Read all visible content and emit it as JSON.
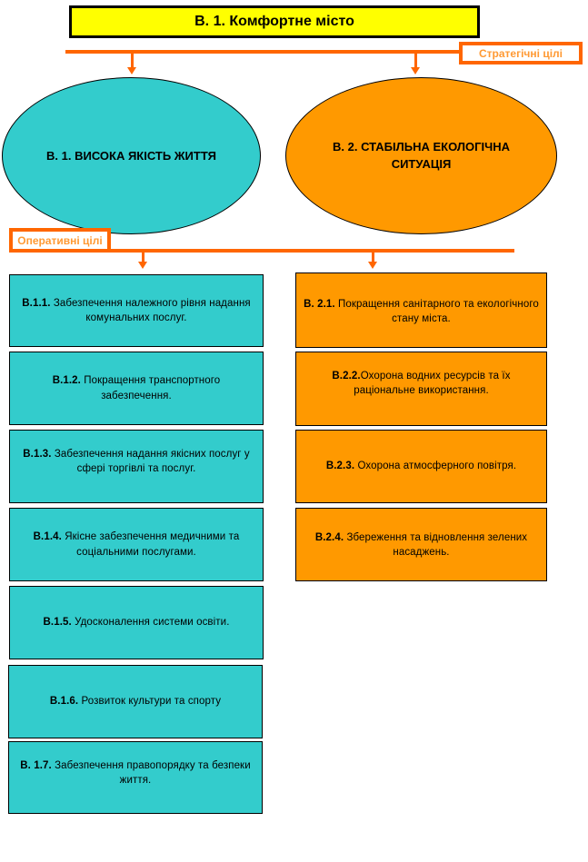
{
  "title": "В. 1.  Комфортне місто",
  "labels": {
    "strategic": "Стратегічні цілі",
    "operational": "Оперативні цілі"
  },
  "colors": {
    "title_fill": "#ffff00",
    "connector": "#ff6600",
    "label_text": "#ff9933",
    "branch1_fill": "#33cccc",
    "branch2_fill": "#ff9900"
  },
  "strategic_goals": [
    {
      "label": "В. 1.  ВИСОКА ЯКІСТЬ ЖИТТЯ"
    },
    {
      "label": "В. 2.  СТАБІЛЬНА ЕКОЛОГІЧНА СИТУАЦІЯ"
    }
  ],
  "operational_goals": {
    "branch1": [
      {
        "code": "В.1.1.",
        "text": "Забезпечення належного рівня надання комунальних послуг."
      },
      {
        "code": "В.1.2.",
        "text": "Покращення   транспортного забезпечення."
      },
      {
        "code": "В.1.3.",
        "text": "Забезпечення надання якісних послуг у сфері торгівлі та послуг."
      },
      {
        "code": "В.1.4.",
        "text": "Якісне забезпечення медичними та соціальними послугами."
      },
      {
        "code": "В.1.5.",
        "text": "Удосконалення системи освіти."
      },
      {
        "code": "В.1.6.",
        "text": "Розвиток культури та спорту"
      },
      {
        "code": "В. 1.7.",
        "text": "Забезпечення правопорядку та безпеки життя."
      }
    ],
    "branch2": [
      {
        "code": "В. 2.1.",
        "text": "Покращення санітарного та екологічного стану міста."
      },
      {
        "code": "В.2.2.",
        "text": "Охорона водних ресурсів та їх раціональне використання."
      },
      {
        "code": "В.2.3.",
        "text": "Охорона атмосферного повітря."
      },
      {
        "code": "В.2.4.",
        "text": "Збереження та відновлення зелених насаджень."
      }
    ]
  }
}
